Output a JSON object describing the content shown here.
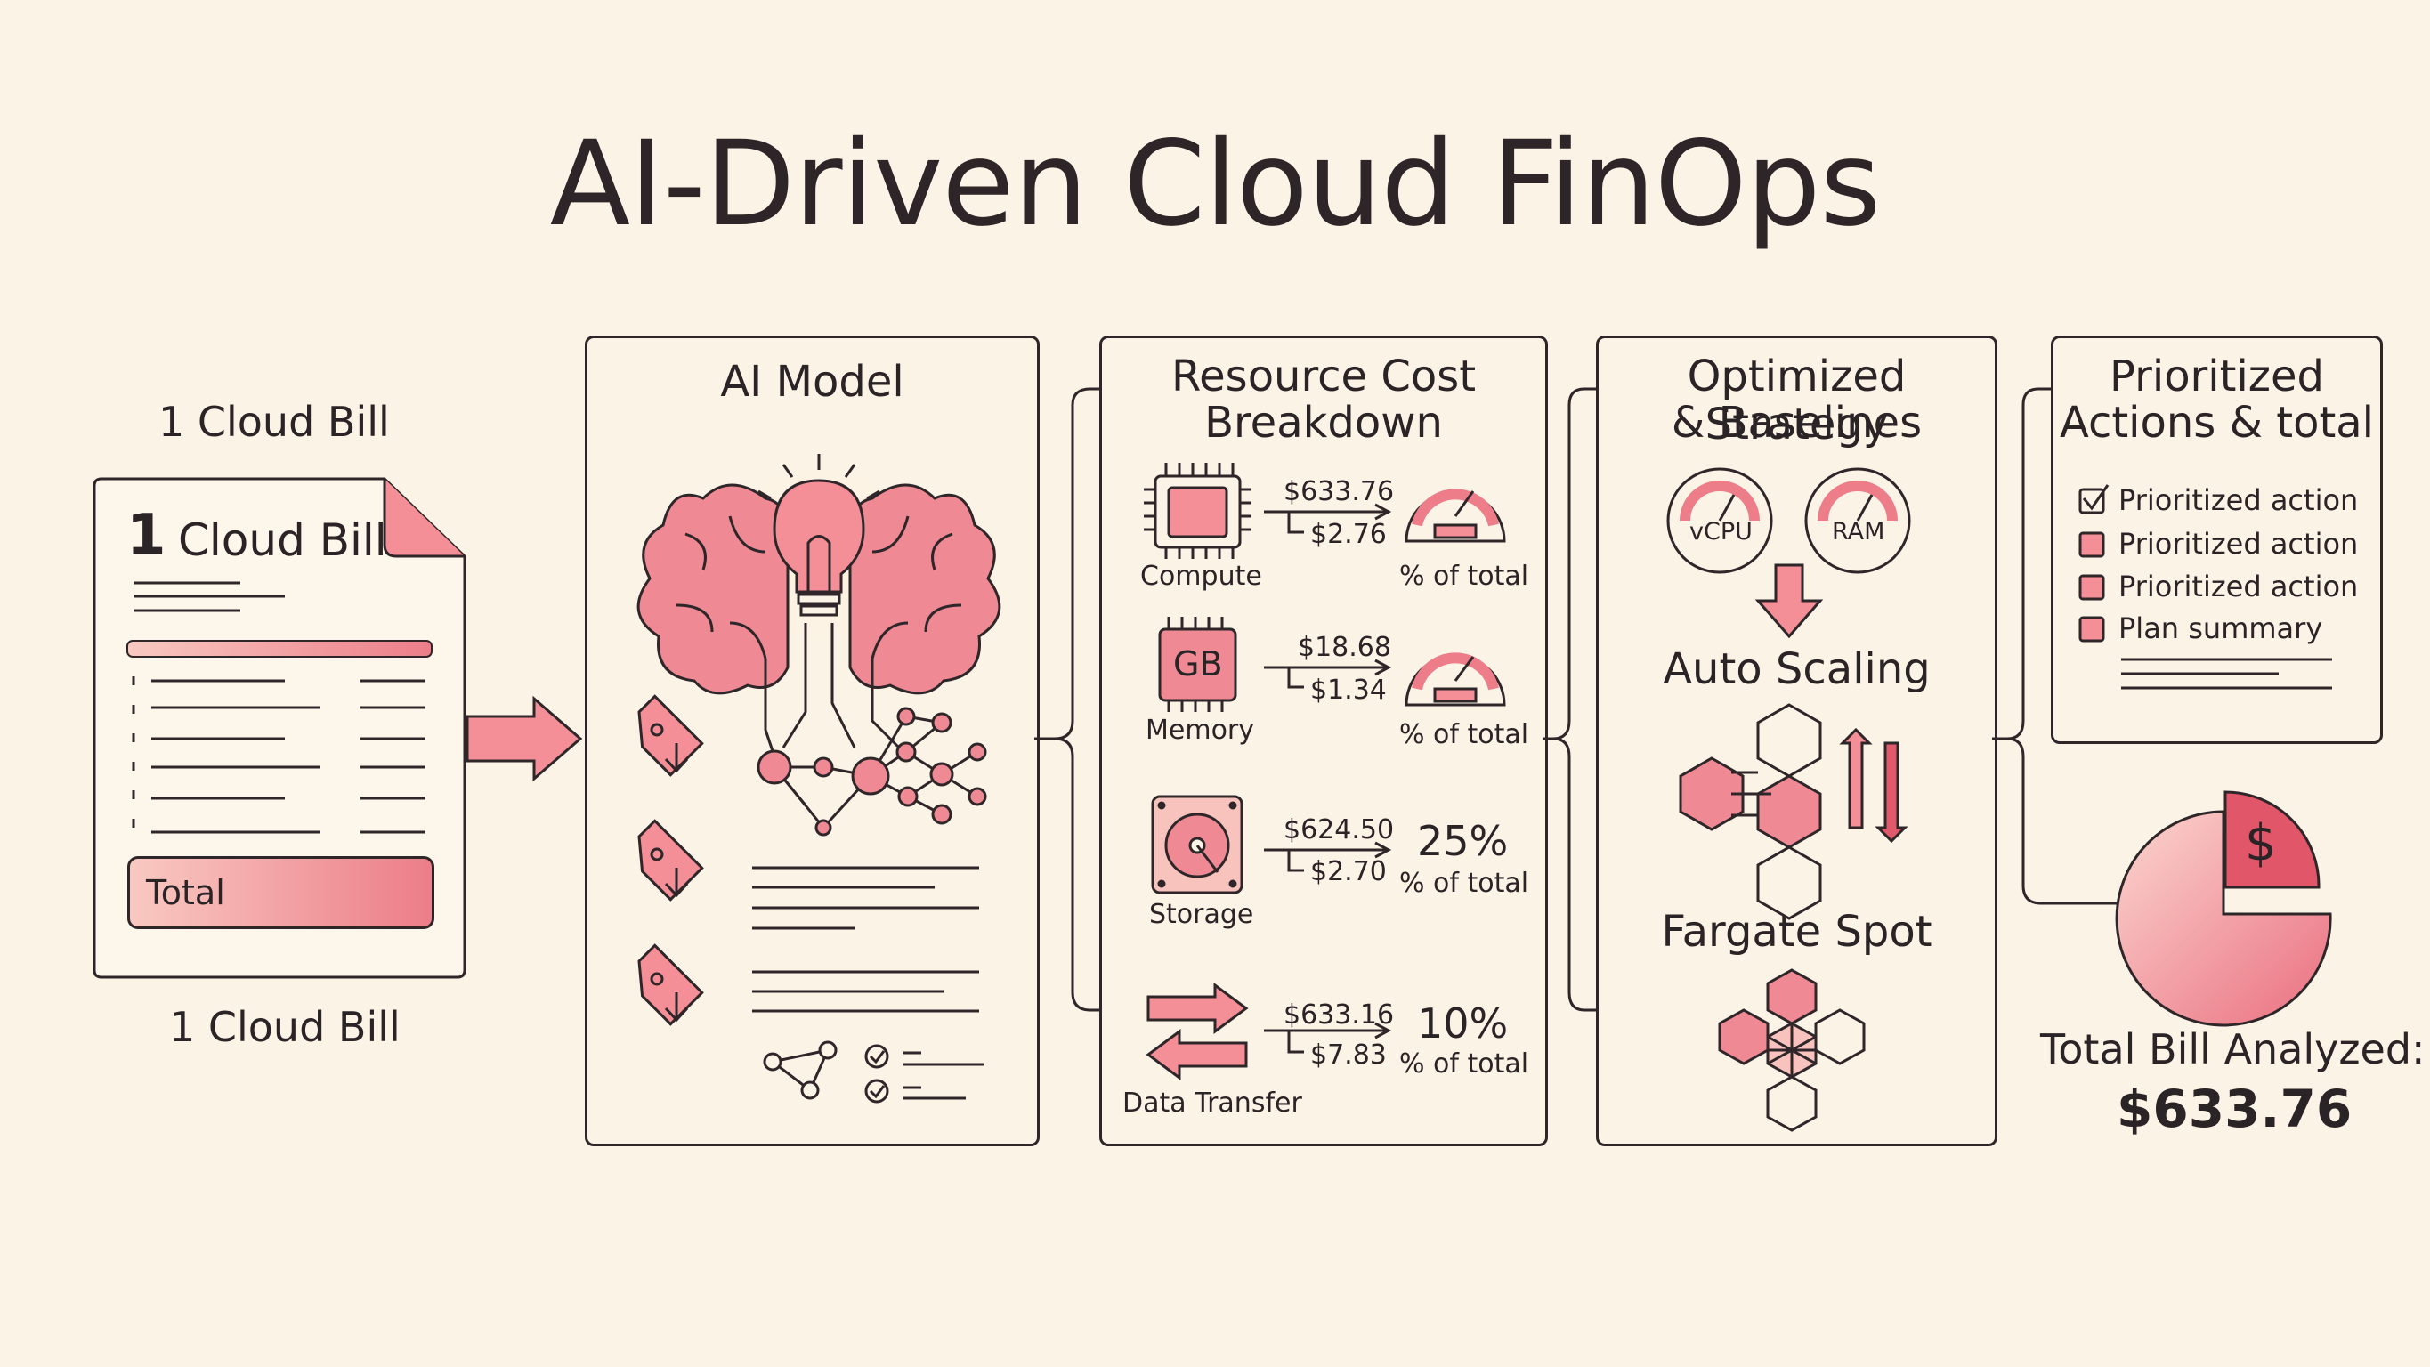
{
  "title": "AI-Driven Cloud FinOps",
  "bill": {
    "top_label": "1 Cloud Bill",
    "doc_number": "1",
    "doc_label": "Cloud Bill",
    "total_label": "Total",
    "bottom_label": "1 Cloud Bill"
  },
  "ai_model": {
    "title": "AI Model"
  },
  "breakdown": {
    "title_line1": "Resource Cost",
    "title_line2": "Breakdown",
    "items": [
      {
        "name": "Compute",
        "amount": "$633.76",
        "sub": "$2.76",
        "pct": "",
        "pct_label": "% of total"
      },
      {
        "name": "Memory",
        "chip": "GB",
        "amount": "$18.68",
        "sub": "$1.34",
        "pct": "",
        "pct_label": "% of total"
      },
      {
        "name": "Storage",
        "amount": "$624.50",
        "sub": "$2.70",
        "pct": "25%",
        "pct_label": "% of total"
      },
      {
        "name": "Data Transfer",
        "amount": "$633.16",
        "sub": "$7.83",
        "pct": "10%",
        "pct_label": "% of total"
      }
    ]
  },
  "strategy": {
    "title_line1": "Optimized Strategy",
    "title_line2": "& Baselines",
    "gauge1": "vCPU",
    "gauge2": "RAM",
    "auto_scaling": "Auto Scaling",
    "fargate": "Fargate Spot"
  },
  "actions": {
    "title_line1": "Prioritized",
    "title_line2": "Actions & total",
    "items": [
      "Prioritized action",
      "Prioritized action",
      "Prioritized action",
      "Plan summary"
    ],
    "dollar": "$"
  },
  "total": {
    "label": "Total Bill Analyzed:",
    "value": "$633.76"
  },
  "colors": {
    "accent": "#ec7d89",
    "accent_dark": "#d94d5f",
    "soft": "#f8c3bd",
    "ink": "#2e2628",
    "bg": "#fbf3e6"
  }
}
